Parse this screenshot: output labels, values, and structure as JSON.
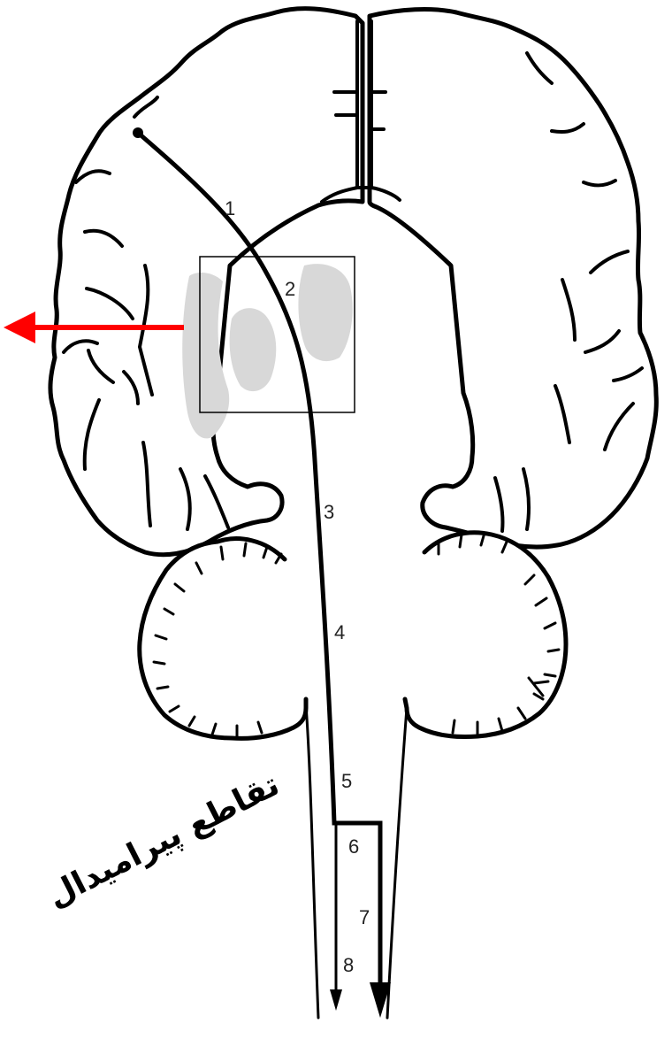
{
  "labels": [
    "1",
    "2",
    "3",
    "4",
    "5",
    "6",
    "7",
    "8"
  ],
  "caption": "تقاطع پیرامیدال",
  "colors": {
    "outline": "#000000",
    "nuclei": "#d8d8d8",
    "arrow": "#ff0000"
  }
}
